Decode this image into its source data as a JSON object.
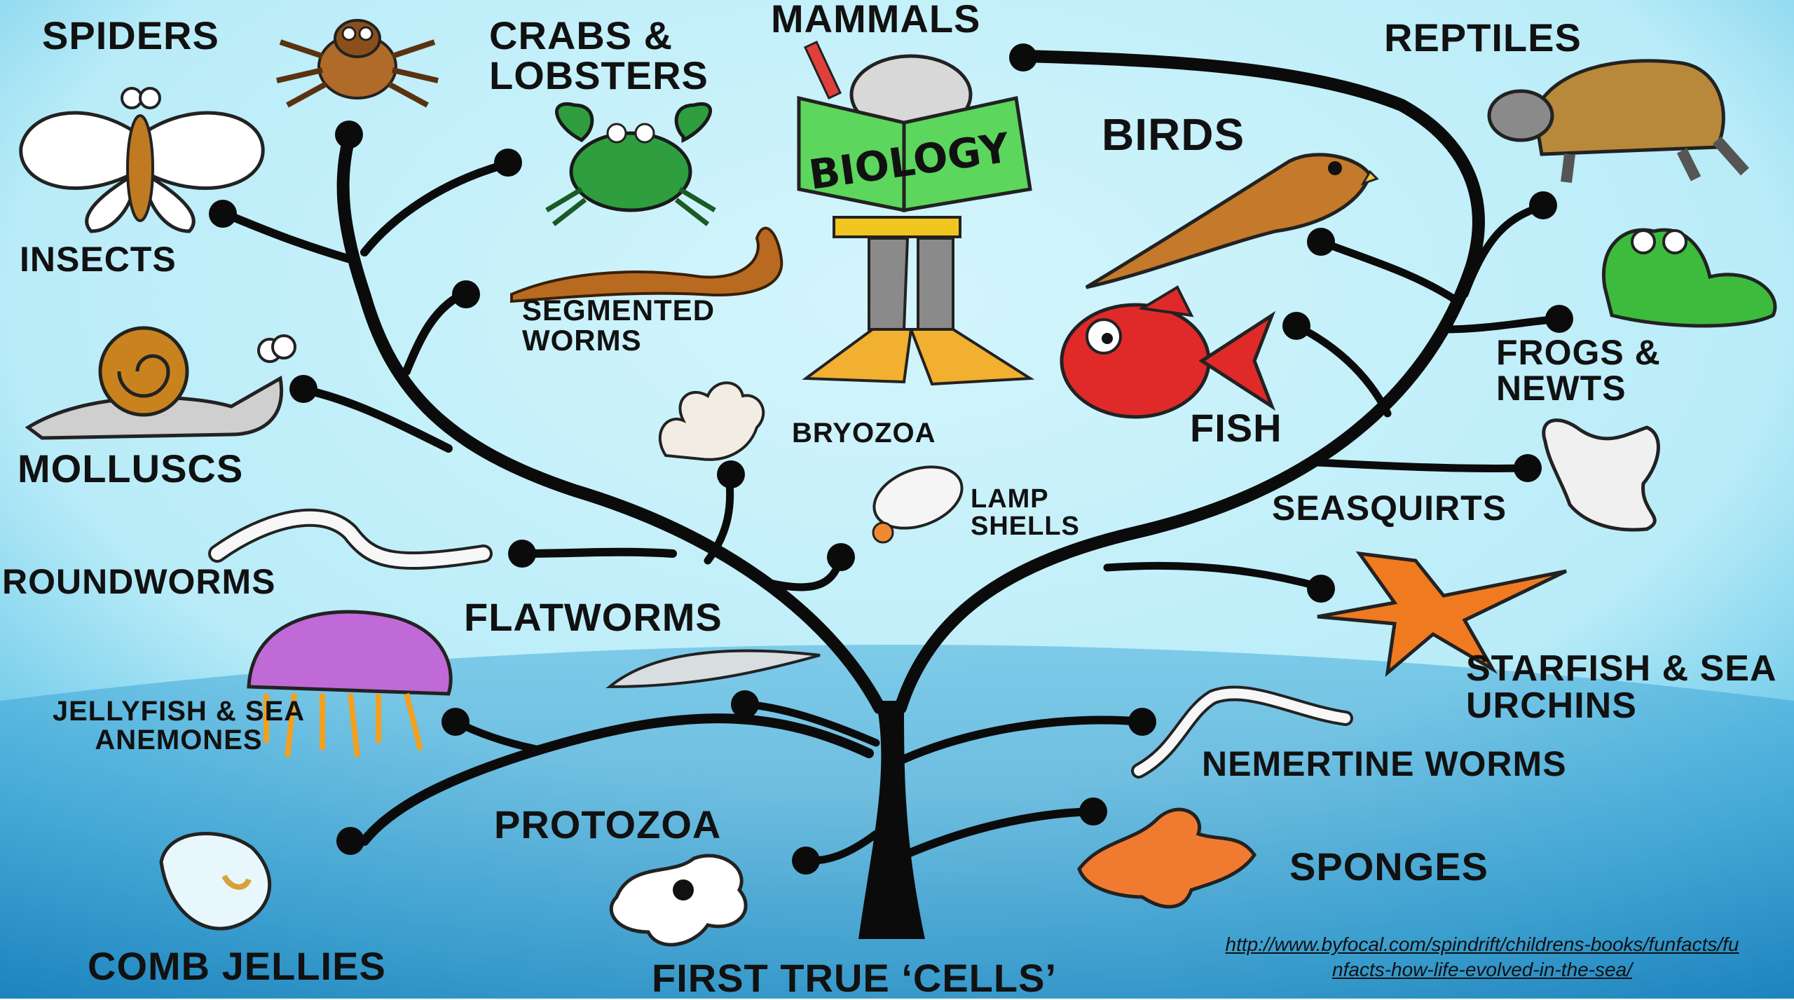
{
  "diagram": {
    "labels": {
      "spiders": "SPIDERS",
      "crabs_lobsters": "CRABS & LOBSTERS",
      "mammals": "MAMMALS",
      "reptiles": "REPTILES",
      "birds": "BIRDS",
      "insects": "INSECTS",
      "segmented_worms": "SEGMENTED WORMS",
      "frogs_newts": "FROGS & NEWTS",
      "molluscs": "MOLLUSCS",
      "bryozoa": "BRYOZOA",
      "fish": "FISH",
      "lamp_shells": "LAMP SHELLS",
      "seasquirts": "SEASQUIRTS",
      "roundworms": "ROUNDWORMS",
      "flatworms": "FLATWORMS",
      "starfish": "STARFISH & SEA URCHINS",
      "jellyfish": "JELLYFISH & SEA ANEMONES",
      "nemertine": "NEMERTINE WORMS",
      "protozoa": "PROTOZOA",
      "sponges": "SPONGES",
      "comb_jellies": "COMB JELLIES",
      "first_cells": "FIRST TRUE ‘CELLS’",
      "book_title": "BIOLOGY"
    },
    "source_url": "http://www.byfocal.com/spindrift/childrens-books/funfacts/funfacts-how-life-evolved-in-the-sea/",
    "colors": {
      "sky": "#bfeefa",
      "sea": "#1d8ec8",
      "branch": "#0b0b0b",
      "book": "#5cd65c"
    }
  }
}
